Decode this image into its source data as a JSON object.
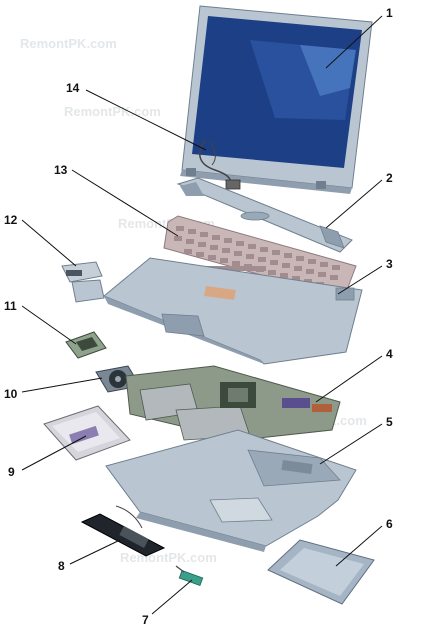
{
  "diagram": {
    "watermark_text": "RemontPK.com",
    "callouts": [
      "1",
      "2",
      "3",
      "4",
      "5",
      "6",
      "7",
      "8",
      "9",
      "10",
      "11",
      "12",
      "13",
      "14"
    ],
    "colors": {
      "panel": "#b9c6d2",
      "panel_dark": "#8e9eae",
      "screen": "#1d3f86",
      "screen_light": "#5a8cd0",
      "keyboard": "#c9b6b7",
      "key": "#a38c8f",
      "board": "#8d9a8a",
      "chip": "#3b4a3c",
      "hdd": "#d7d5dc",
      "battery": "#a6b5c5"
    }
  }
}
